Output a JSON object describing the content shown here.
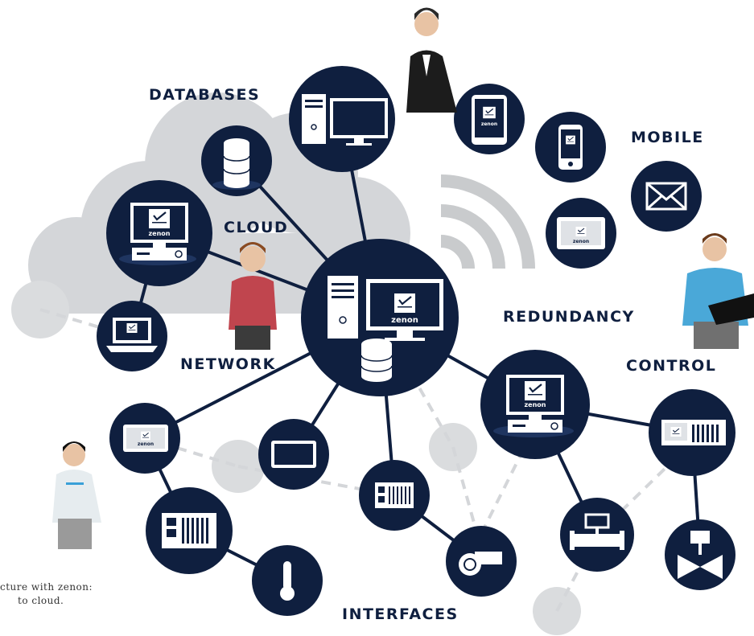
{
  "labels": {
    "databases": "DATABASES",
    "cloud": "CLOUD",
    "mobile": "MOBILE",
    "redundancy": "REDUNDANCY",
    "network": "NETWORK",
    "control": "CONTROL",
    "interfaces": "INTERFACES"
  },
  "brand": "zenon",
  "caption": {
    "line1": "cture with zenon:",
    "line2": "to cloud."
  },
  "colors": {
    "navy": "#0f1f3f",
    "cloud_gray": "#d4d6d9",
    "light_circle": "#dadcde",
    "wifi_gray": "#c9cbcd",
    "accent_green": "#6ab04c"
  }
}
